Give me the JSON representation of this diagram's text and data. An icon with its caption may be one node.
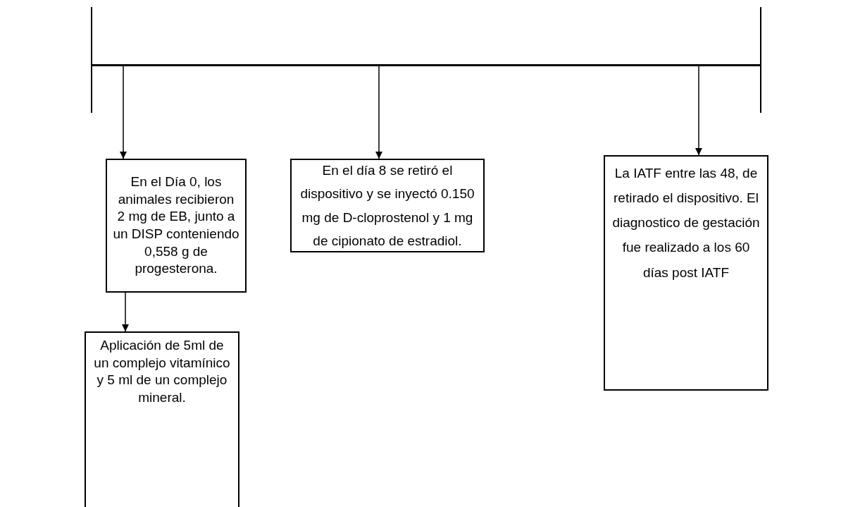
{
  "diagram": {
    "nodes": [
      {
        "text": [],
        "shape": "bar"
      },
      {
        "text": [
          "En el Día 0, los animales recibieron 2 mg de EB, junto a un DISP conteniendo 0,558 g de progesterona."
        ]
      },
      {
        "text": [
          "En el día 8 se retiró el dispositivo y se inyectó 0.150 mg de D-cloprostenol y 1 mg de cipionato de estradiol."
        ]
      },
      {
        "text": [
          "La IATF entre las 48, de retirado el dispositivo. El diagnostico de gestación fue realizado a los 60 días post IATF"
        ]
      },
      {
        "text": [
          "Aplicación de 5ml de un complejo vitamínico y 5 ml de un complejo mineral."
        ]
      }
    ],
    "edges": [
      {
        "from": 0,
        "to": 1,
        "arrow": "to"
      },
      {
        "from": 0,
        "to": 2,
        "arrow": "to"
      },
      {
        "from": 0,
        "to": 3,
        "arrow": "to"
      },
      {
        "from": 1,
        "to": 4,
        "arrow": "to"
      }
    ]
  }
}
